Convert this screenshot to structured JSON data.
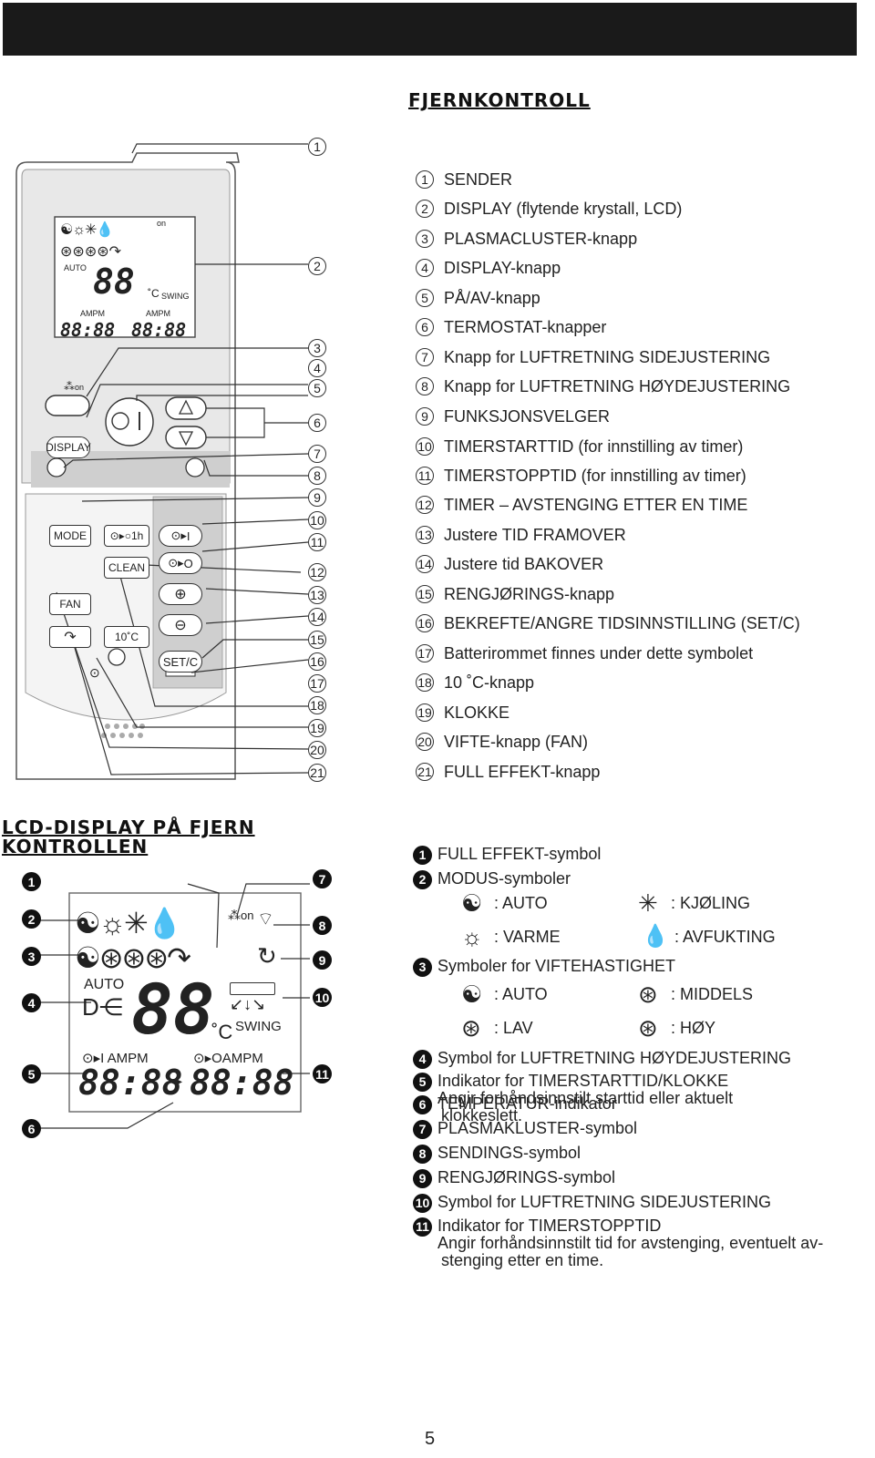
{
  "title": "FJERNKONTROLL",
  "lcd_heading_line1": "LCD-DISPLAY PÅ FJERN",
  "lcd_heading_line2": "KONTROLLEN",
  "page_number": "5",
  "remote_items": [
    {
      "n": "1",
      "text": "SENDER"
    },
    {
      "n": "2",
      "text": "DISPLAY (flytende krystall, LCD)"
    },
    {
      "n": "3",
      "text": "PLASMACLUSTER-knapp"
    },
    {
      "n": "4",
      "text": "DISPLAY-knapp"
    },
    {
      "n": "5",
      "text": "PÅ/AV-knapp"
    },
    {
      "n": "6",
      "text": "TERMOSTAT-knapper"
    },
    {
      "n": "7",
      "text": "Knapp for LUFTRETNING SIDEJUSTERING"
    },
    {
      "n": "8",
      "text": "Knapp for LUFTRETNING HØYDEJUSTERING"
    },
    {
      "n": "9",
      "text": "FUNKSJONSVELGER"
    },
    {
      "n": "10",
      "text": "TIMERSTARTTID (for innstilling av timer)"
    },
    {
      "n": "11",
      "text": "TIMERSTOPPTID (for innstilling av timer)"
    },
    {
      "n": "12",
      "text": "TIMER – AVSTENGING ETTER EN TIME"
    },
    {
      "n": "13",
      "text": "Justere TID FRAMOVER"
    },
    {
      "n": "14",
      "text": "Justere tid BAKOVER"
    },
    {
      "n": "15",
      "text": "RENGJØRINGS-knapp"
    },
    {
      "n": "16",
      "text": "BEKREFTE/ANGRE TIDSINNSTILLING (SET/C)"
    },
    {
      "n": "17",
      "text": "Batterirommet finnes under dette symbolet"
    },
    {
      "n": "18",
      "text": "10 ˚C-knapp"
    },
    {
      "n": "19",
      "text": "KLOKKE"
    },
    {
      "n": "20",
      "text": "VIFTE-knapp (FAN)"
    },
    {
      "n": "21",
      "text": "FULL EFFEKT-knapp"
    }
  ],
  "lcd_items": {
    "i1": {
      "n": "1",
      "text": "FULL EFFEKT-symbol"
    },
    "i2": {
      "n": "2",
      "text": "MODUS-symboler"
    },
    "mode_auto": ": AUTO",
    "mode_cool": ": KJØLING",
    "mode_heat": ": VARME",
    "mode_dry": ": AVFUKTING",
    "i3": {
      "n": "3",
      "text": "Symboler for VIFTEHASTIGHET"
    },
    "fan_auto": ": AUTO",
    "fan_mid": ": MIDDELS",
    "fan_low": ": LAV",
    "fan_high": ": HØY",
    "i4": {
      "n": "4",
      "text": "Symbol for LUFTRETNING HØYDEJUSTERING"
    },
    "i5": {
      "n": "5",
      "text": "Indikator for TIMERSTARTTID/KLOKKE",
      "sub1": "Angir forhåndsinnstilt starttid eller aktuelt",
      "sub2": "klokkeslett."
    },
    "i6": {
      "n": "6",
      "text": "TEMPERATUR-indikator"
    },
    "i7": {
      "n": "7",
      "text": "PLASMAKLUSTER-symbol"
    },
    "i8": {
      "n": "8",
      "text": "SENDINGS-symbol"
    },
    "i9": {
      "n": "9",
      "text": "RENGJØRINGS-symbol"
    },
    "i10": {
      "n": "10",
      "text": "Symbol for LUFTRETNING SIDEJUSTERING"
    },
    "i11": {
      "n": "11",
      "text": "Indikator for TIMERSTOPPTID",
      "sub1": "Angir forhåndsinnstilt tid for avstenging, eventuelt av-",
      "sub2": "stenging etter en time."
    }
  },
  "remote": {
    "display_label": "DISPLAY",
    "mode_label": "MODE",
    "fan_label": "FAN",
    "clean_label": "CLEAN",
    "tenc_label": "10˚C",
    "setc_label": "SET/C",
    "timer1h_label": "1h",
    "auto_label": "AUTO",
    "swing_label": "SWING",
    "ampm": "AMPM",
    "digits88": "88",
    "clock": "88:88",
    "on_label": "on",
    "celsius": "˚C",
    "timer_on": "I",
    "timer_off": "O"
  },
  "remote_callouts": [
    "1",
    "2",
    "3",
    "4",
    "5",
    "6",
    "7",
    "8",
    "9",
    "10",
    "11",
    "12",
    "13",
    "14",
    "15",
    "16",
    "17",
    "18",
    "19",
    "20",
    "21"
  ],
  "lcd_callouts": [
    "1",
    "2",
    "3",
    "4",
    "5",
    "6",
    "7",
    "8",
    "9",
    "10",
    "11"
  ]
}
